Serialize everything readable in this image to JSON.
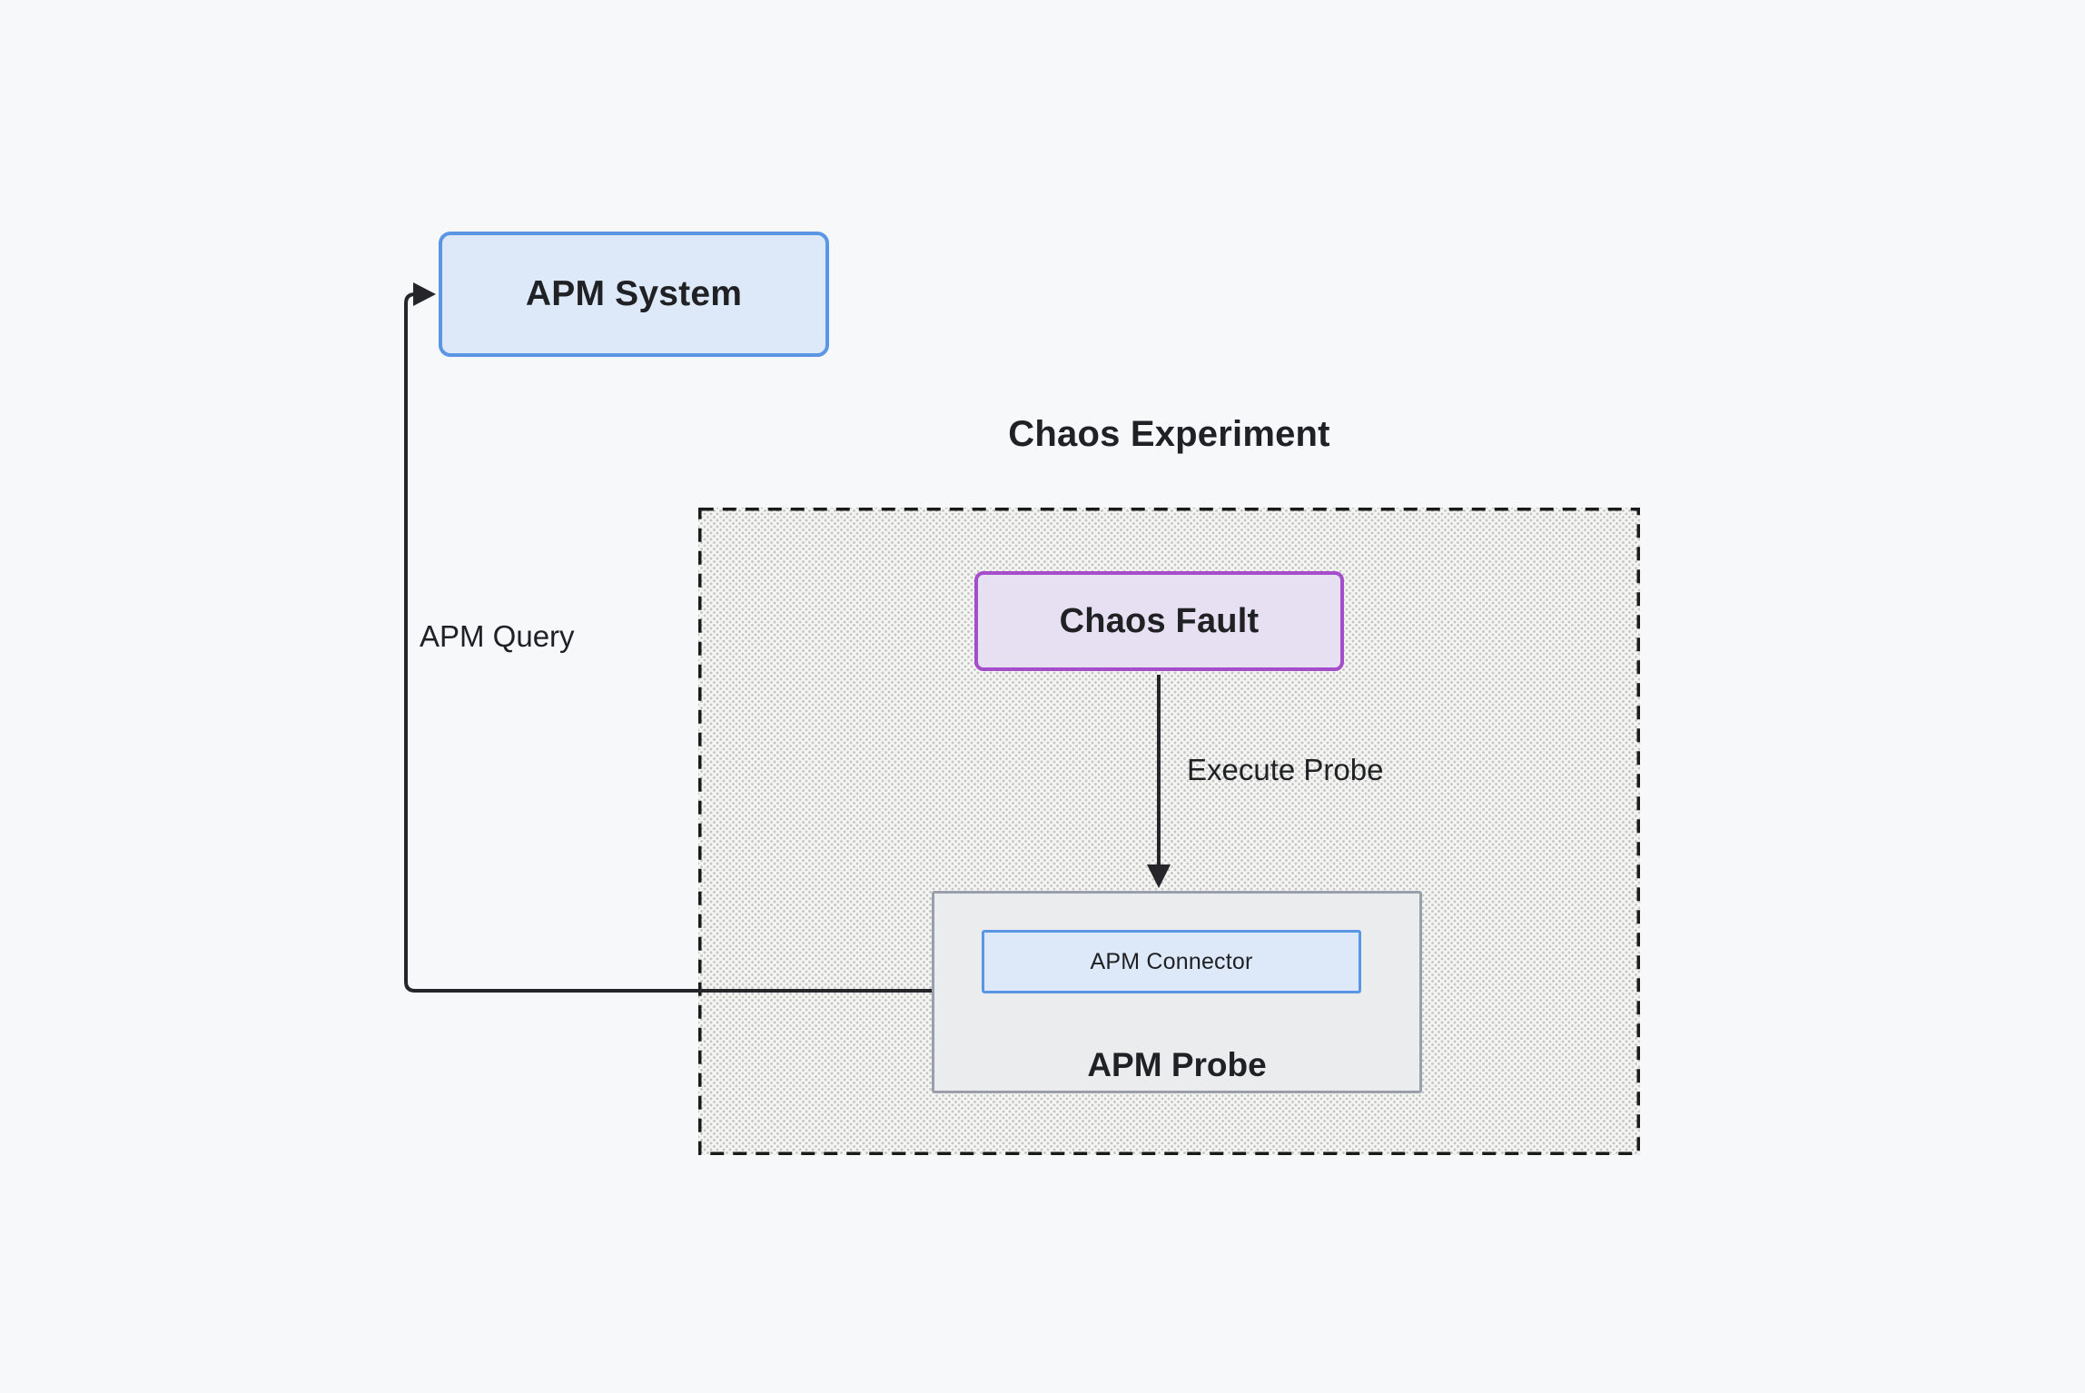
{
  "diagram": {
    "group": {
      "label": "Chaos Experiment"
    },
    "nodes": {
      "apm_system": {
        "label": "APM System"
      },
      "chaos_fault": {
        "label": "Chaos Fault"
      },
      "apm_probe": {
        "label": "APM Probe"
      },
      "apm_connector": {
        "label": "APM Connector"
      }
    },
    "edges": {
      "execute_probe": {
        "label": "Execute Probe",
        "from": "chaos_fault",
        "to": "apm_probe"
      },
      "apm_query": {
        "label": "APM Query",
        "from": "apm_probe",
        "to": "apm_system"
      }
    },
    "colors": {
      "background": "#f7f8fa",
      "text": "#202124",
      "blue_fill": "#dde9f9",
      "blue_border": "#5b96e5",
      "purple_fill": "#e7dff2",
      "purple_border": "#a44ecb",
      "gray_fill": "#ebecee",
      "gray_border": "#9aa0ab",
      "line": "#26262a",
      "dash_border": "#1b1b1b",
      "hatch_base": "#f5f5f4",
      "hatch_dot": "#6e6e6e59"
    }
  }
}
